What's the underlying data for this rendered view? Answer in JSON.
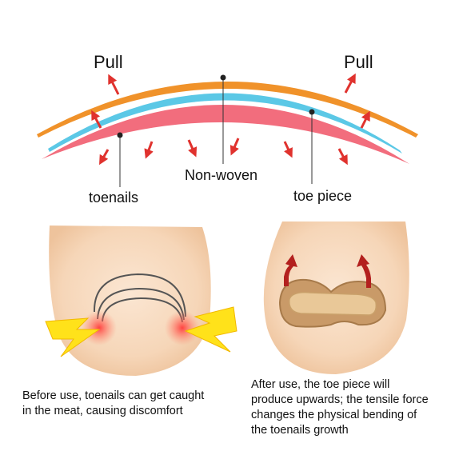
{
  "top_diagram": {
    "pull_left": "Pull",
    "pull_right": "Pull",
    "toenails": "toenails",
    "non_woven": "Non-woven",
    "toe_piece": "toe piece",
    "colors": {
      "non_woven_band": "#f0922a",
      "toe_piece_band": "#5bc8e6",
      "toenail_band": "#f26d7d",
      "arrow": "#e0322e"
    }
  },
  "before_panel": {
    "caption_lines": [
      "Before use, toenails can get caught",
      "in the meat, causing discomfort"
    ]
  },
  "after_panel": {
    "caption_lines": [
      "After use, the toe piece will",
      "produce upwards; the tensile force",
      "changes the physical bending of",
      "the toenails growth"
    ]
  },
  "icons": {
    "pain": "lightning-bolt-icon",
    "lift": "up-arrow-icon"
  }
}
